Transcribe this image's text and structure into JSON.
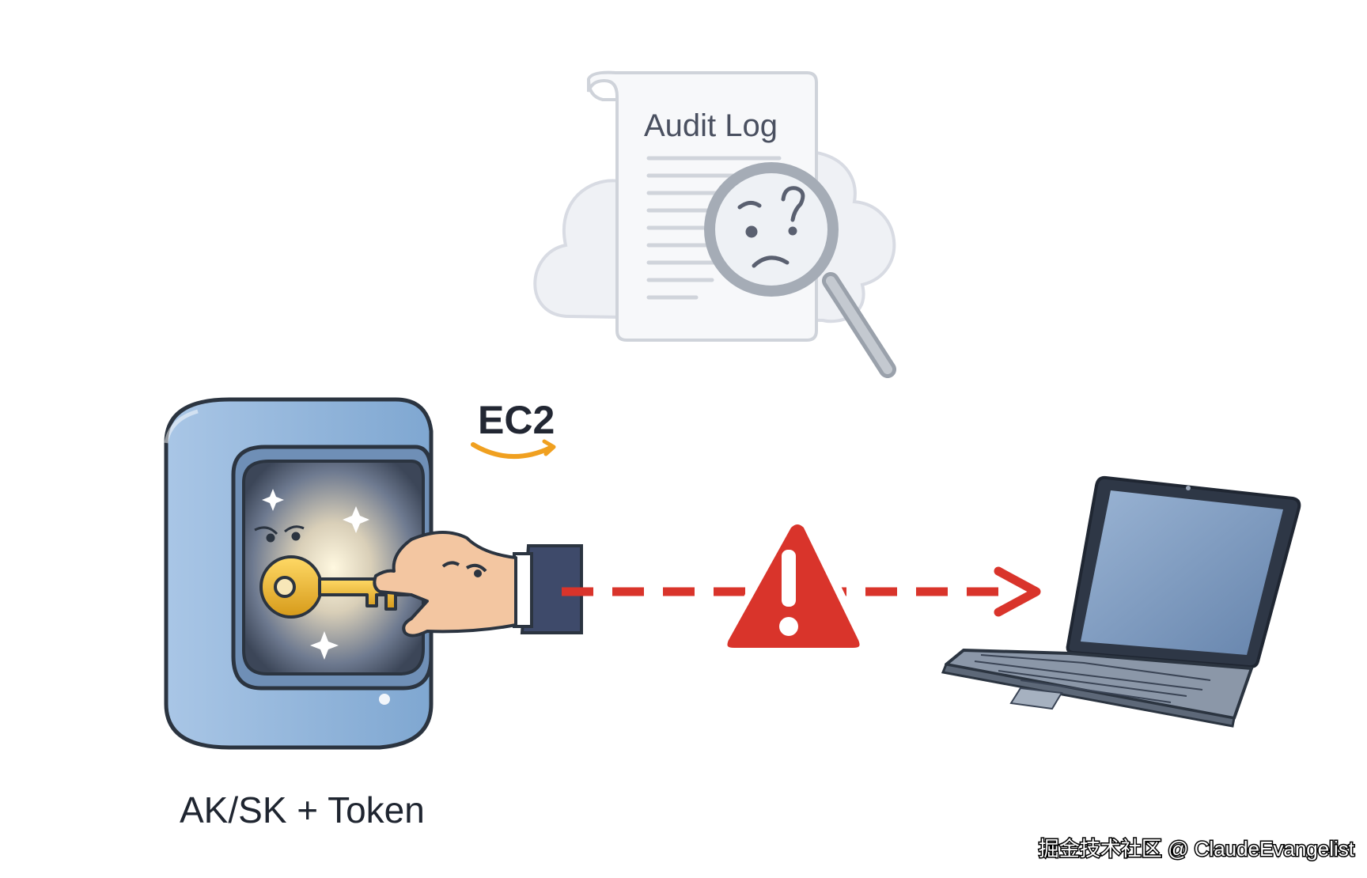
{
  "audit_log": {
    "title": "Audit Log"
  },
  "ec2": {
    "label": "EC2"
  },
  "server": {
    "caption": "AK/SK + Token"
  },
  "watermark": {
    "text": "掘金技术社区 @ ClaudeEvangelist"
  },
  "colors": {
    "server_blue": "#8fb6dc",
    "server_outline": "#2b3440",
    "key_gold": "#e8b12e",
    "warning_red": "#d9342b",
    "arrow_red": "#d9342b",
    "cloud_gray": "#eef0f4",
    "amazon_orange": "#f0a020",
    "laptop_screen": "#7f9cc0"
  },
  "icons": [
    "cloud-icon",
    "document-icon",
    "magnifier-icon",
    "confused-face-icon",
    "server-icon",
    "key-icon",
    "hand-icon",
    "warning-icon",
    "laptop-icon",
    "amazon-smile-icon"
  ]
}
